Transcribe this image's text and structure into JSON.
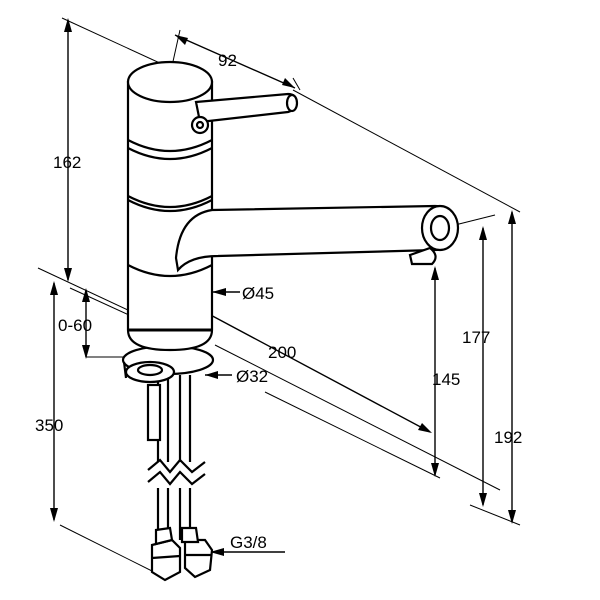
{
  "dimensions": {
    "d92": "92",
    "d162": "162",
    "d045": "Ø45",
    "d0_60": "0-60",
    "d200": "200",
    "d032": "Ø32",
    "d177": "177",
    "d145": "145",
    "d350": "350",
    "d192": "192",
    "g38": "G3/8"
  }
}
